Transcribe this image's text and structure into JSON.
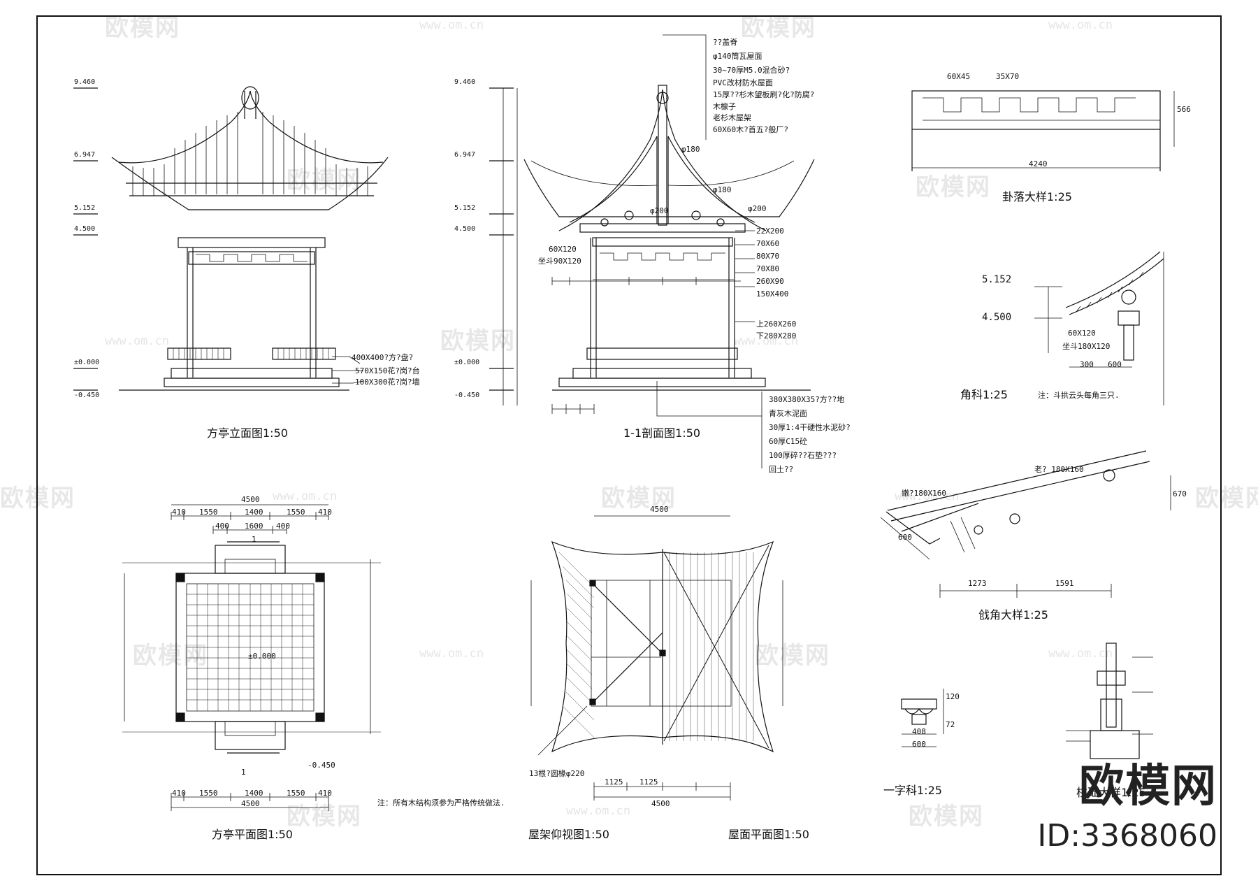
{
  "captions": {
    "elevation": "方亭立面图1:50",
    "section": "1-1剖面图1:50",
    "plan": "方亭平面图1:50",
    "roof_frame": "屋架仰视图1:50",
    "roof_plan": "屋面平面图1:50",
    "gualuo": "卦落大样1:25",
    "jiaoke": "角科1:25",
    "qiangjiao": "戗角大样1:25",
    "yizike": "一字科1:25",
    "column_base": "柱础大样1:25"
  },
  "levels": {
    "l1": "9.460",
    "l2": "6.947",
    "l3": "5.152",
    "l4": "4.500",
    "l5": "±0.000",
    "l6": "-0.450"
  },
  "elevation_notes": [
    "400X400?方?盘?",
    "570X150花?岗?台",
    "100X300花?岗?墙"
  ],
  "section_top_notes": [
    "??盖脊",
    "φ140筒瓦屋面",
    "30~70厚M5.0混合砂?",
    "PVC改材防水屋面",
    "15厚??杉木望板刷?化?防腐?",
    "木檩子",
    "老杉木屋架",
    "60X60木?首五?般厂?"
  ],
  "section_side_dims": [
    "φ180",
    "φ180",
    "φ200",
    "φ200",
    "22X200",
    "70X60",
    "80X70",
    "70X80",
    "260X90",
    "150X400",
    "上260X260",
    "下280X280"
  ],
  "section_left_labels": [
    "60X120",
    "坐斗90X120"
  ],
  "section_bottom_notes": [
    "380X380X35?方??地",
    "青灰木泥面",
    "30厚1:4干硬性水泥砂?",
    "60厚C15砼",
    "100厚碎??石垫???",
    "回土??"
  ],
  "plan_dims": {
    "total": "4500",
    "a": "410",
    "b": "1550",
    "c": "1400",
    "d": "1600",
    "e": "400",
    "level": "±0.000",
    "level_low": "-0.450",
    "cut": "1"
  },
  "plan_note": "注：所有木结构须参为严格传统做法.",
  "roof_dims": {
    "total": "4500",
    "bay": "1125",
    "purlin": "13根?圆椽φ220"
  },
  "gualuo_dims": [
    "60X45",
    "35X70",
    "4240",
    "566"
  ],
  "jiaoke_dims": [
    "5.152",
    "4.500",
    "60X120",
    "坐斗180X120",
    "300",
    "600"
  ],
  "jiaoke_note": "注：斗拱云头每角三只.",
  "qiangjiao_dims": [
    "老? 180X160",
    "嫩?180X160",
    "600",
    "1273",
    "1591",
    "670"
  ],
  "yizike_dims": [
    "408",
    "600",
    "120",
    "72"
  ],
  "brand": "欧模网",
  "brand_id": "ID:3368060",
  "watermark_text": "欧模网",
  "watermark_url": "www.om.cn"
}
